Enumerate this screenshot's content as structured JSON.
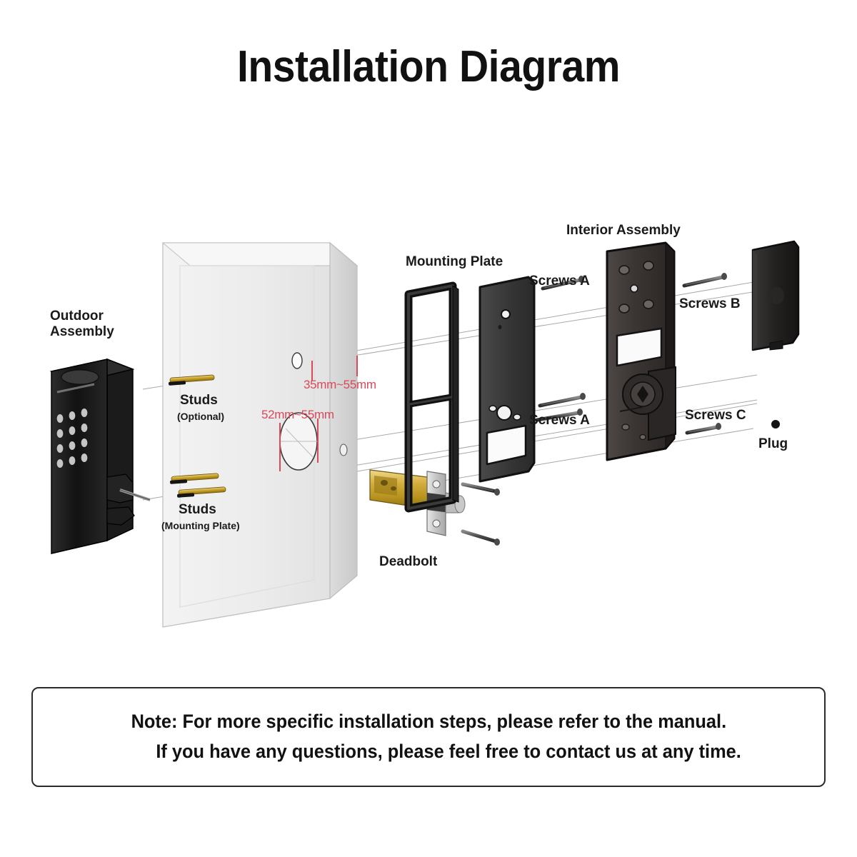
{
  "title": "Installation Diagram",
  "labels": {
    "outdoor_assembly_line1": "Outdoor",
    "outdoor_assembly_line2": "Assembly",
    "studs_optional": "Studs",
    "studs_optional_sub": "(Optional)",
    "studs_mounting_plate": "Studs",
    "studs_mounting_plate_sub": "(Mounting Plate)",
    "mounting_plate": "Mounting Plate",
    "deadbolt": "Deadbolt",
    "screws_a_top": "Screws A",
    "screws_a_bottom": "Screws A",
    "interior_assembly": "Interior Assembly",
    "screws_b": "Screws B",
    "screws_c": "Screws C",
    "plug": "Plug"
  },
  "dimensions": {
    "backset": "35mm~55mm",
    "door_thickness": "52mm~55mm"
  },
  "note": {
    "line1": "Note: For more specific installation steps, please refer to the manual.",
    "line2": "If you have any questions, please feel free to contact us at any time."
  },
  "colors": {
    "background": "#ffffff",
    "text": "#111111",
    "dimension_red": "#d9495a",
    "door_face": "#ededed",
    "door_edge": "#d2d2d2",
    "part_black": "#1b1b1b",
    "part_dark_gray": "#3a3a3a",
    "brass": "#c9a227",
    "steel": "#c4c4c4",
    "note_border": "#2b2b2b"
  }
}
